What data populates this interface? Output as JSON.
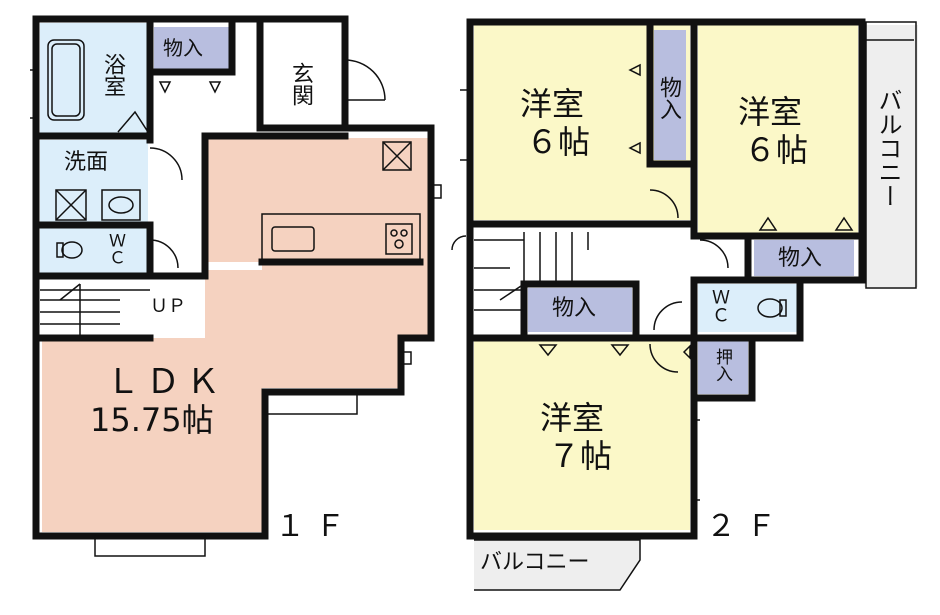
{
  "floors": {
    "first": {
      "label": "１Ｆ",
      "rooms": {
        "bath": "浴室",
        "storage_top": "物入",
        "entrance": "玄関",
        "washroom": "洗面",
        "wc_1f": "ＷＣ",
        "stairs_up": "ＵＰ",
        "ldk_name": "ＬＤＫ",
        "ldk_size": "15.75帖"
      }
    },
    "second": {
      "label": "２Ｆ",
      "rooms": {
        "western_left_name": "洋室",
        "western_left_size": "６帖",
        "storage_left": "物入",
        "western_right_name": "洋室",
        "western_right_size": "６帖",
        "storage_right": "物入",
        "balcony_right": "バルコニー",
        "storage_hall": "物入",
        "wc_2f": "ＷＣ",
        "closet": "押入",
        "western_bottom_name": "洋室",
        "western_bottom_size": "７帖",
        "balcony_bottom": "バルコニー"
      }
    }
  },
  "colors": {
    "wall": "#111111",
    "ldk": "#f5d2c0",
    "western": "#fbf8c8",
    "wet": "#dceefa",
    "storage": "#b8bedf",
    "balcony": "#eeeeee"
  }
}
